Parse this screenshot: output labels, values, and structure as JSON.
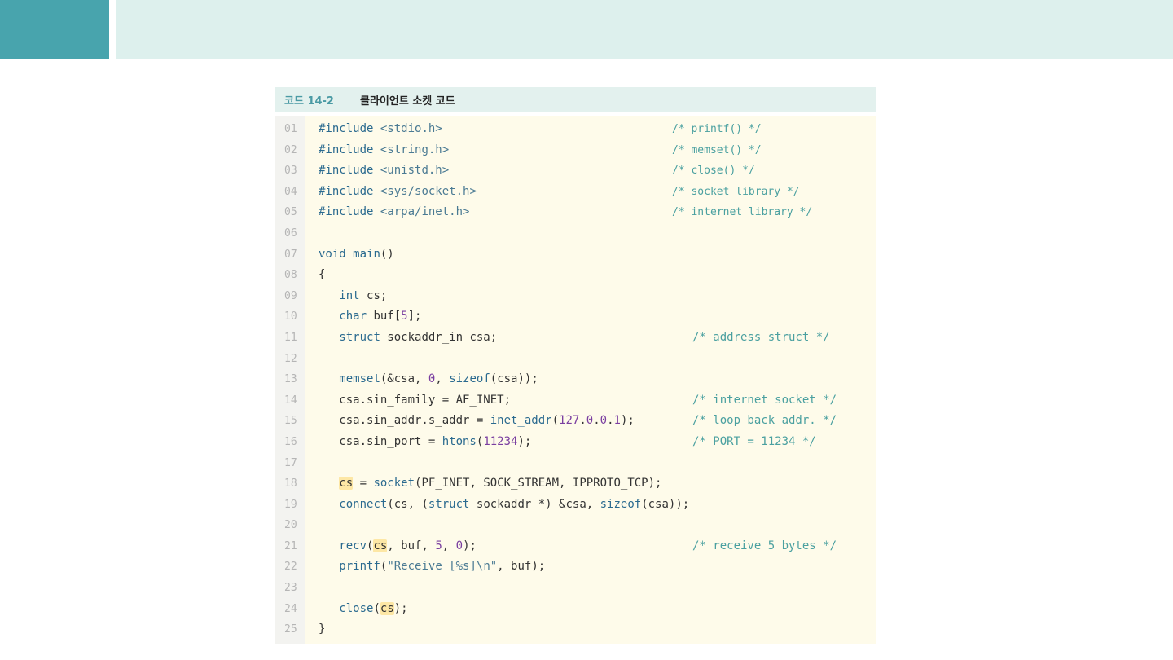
{
  "code_block": {
    "tag": "코드 14-2",
    "title": "클라이언트 소켓 코드",
    "lines": [
      {
        "n": "01",
        "code": "#include <stdio.h>",
        "comment": "/* printf() */",
        "cmcol": 1
      },
      {
        "n": "02",
        "code": "#include <string.h>",
        "comment": "/* memset() */",
        "cmcol": 1
      },
      {
        "n": "03",
        "code": "#include <unistd.h>",
        "comment": "/* close() */",
        "cmcol": 1
      },
      {
        "n": "04",
        "code": "#include <sys/socket.h>",
        "comment": "/* socket library */",
        "cmcol": 1
      },
      {
        "n": "05",
        "code": "#include <arpa/inet.h>",
        "comment": "/* internet library */",
        "cmcol": 1
      },
      {
        "n": "06",
        "code": "",
        "comment": "",
        "cmcol": 0
      },
      {
        "n": "07",
        "code": "void main()",
        "comment": "",
        "cmcol": 0
      },
      {
        "n": "08",
        "code": "{",
        "comment": "",
        "cmcol": 0
      },
      {
        "n": "09",
        "code": "   int cs;",
        "comment": "",
        "cmcol": 0
      },
      {
        "n": "10",
        "code": "   char buf[5];",
        "comment": "",
        "cmcol": 0
      },
      {
        "n": "11",
        "code": "   struct sockaddr_in csa;",
        "comment": "/* address struct */",
        "cmcol": 2
      },
      {
        "n": "12",
        "code": "",
        "comment": "",
        "cmcol": 0
      },
      {
        "n": "13",
        "code": "   memset(&csa, 0, sizeof(csa));",
        "comment": "",
        "cmcol": 0
      },
      {
        "n": "14",
        "code": "   csa.sin_family = AF_INET;",
        "comment": "/* internet socket */",
        "cmcol": 2
      },
      {
        "n": "15",
        "code": "   csa.sin_addr.s_addr = inet_addr(127.0.0.1);",
        "comment": "/* loop back addr. */",
        "cmcol": 2
      },
      {
        "n": "16",
        "code": "   csa.sin_port = htons(11234);",
        "comment": "/* PORT = 11234 */",
        "cmcol": 2
      },
      {
        "n": "17",
        "code": "",
        "comment": "",
        "cmcol": 0
      },
      {
        "n": "18",
        "code": "   cs = socket(PF_INET, SOCK_STREAM, IPPROTO_TCP);",
        "comment": "",
        "cmcol": 0
      },
      {
        "n": "19",
        "code": "   connect(cs, (struct sockaddr *) &csa, sizeof(csa));",
        "comment": "",
        "cmcol": 0
      },
      {
        "n": "20",
        "code": "",
        "comment": "",
        "cmcol": 0
      },
      {
        "n": "21",
        "code": "   recv(cs, buf, 5, 0);",
        "comment": "/* receive 5 bytes */",
        "cmcol": 2
      },
      {
        "n": "22",
        "code": "   printf(\"Receive [%s]\\n\", buf);",
        "comment": "",
        "cmcol": 0
      },
      {
        "n": "23",
        "code": "",
        "comment": "",
        "cmcol": 0
      },
      {
        "n": "24",
        "code": "   close(cs);",
        "comment": "",
        "cmcol": 0
      },
      {
        "n": "25",
        "code": "}",
        "comment": "",
        "cmcol": 0
      }
    ]
  }
}
